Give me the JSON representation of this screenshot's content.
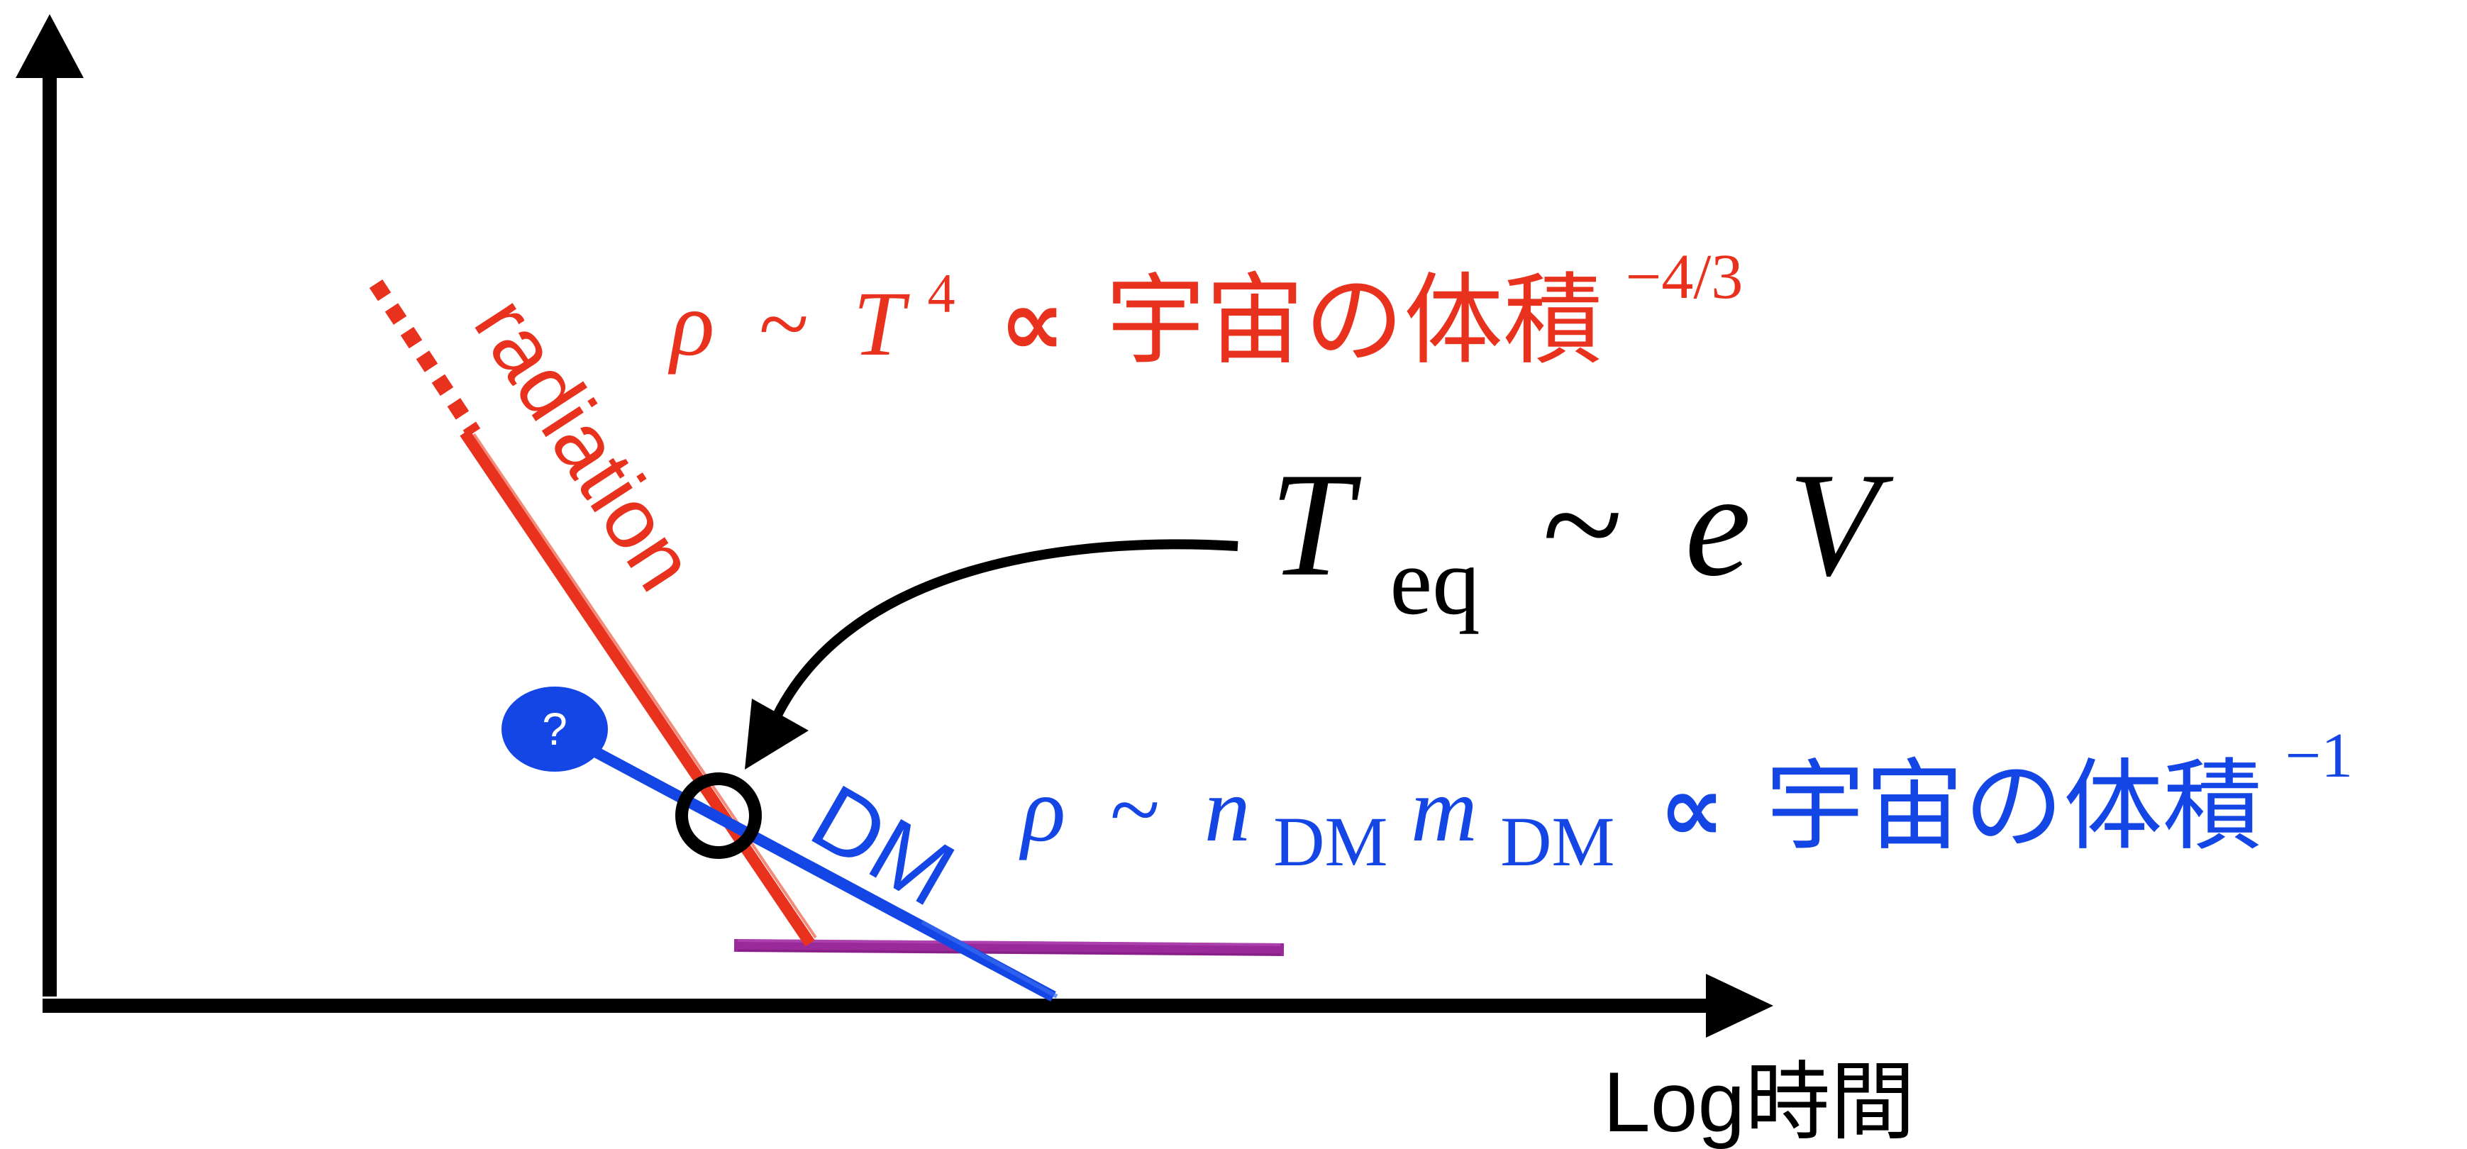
{
  "axes": {
    "x_label": "Log時間"
  },
  "radiation": {
    "label": "radiation",
    "eq_rho": "ρ",
    "eq_sim": "~",
    "eq_T": "T",
    "eq_T_exp": "4",
    "eq_prop": "∝",
    "eq_volume": "宇宙の体積",
    "eq_volume_exp": "−4/3",
    "color": "#e8321e"
  },
  "dark_matter": {
    "label": "DM",
    "marker_text": "?",
    "eq_rho": "ρ",
    "eq_sim": "~",
    "eq_n": "n",
    "eq_n_sub": "DM",
    "eq_m": "m",
    "eq_m_sub": "DM",
    "eq_prop": "∝",
    "eq_volume": "宇宙の体積",
    "eq_volume_exp": "−1",
    "color": "#1446e6"
  },
  "equality": {
    "eq_T": "T",
    "eq_T_sub": "eq",
    "eq_sim": "~",
    "eq_e": "e",
    "eq_V": "V",
    "color": "#000000"
  },
  "baseline": {
    "color": "#9a2a9a"
  }
}
